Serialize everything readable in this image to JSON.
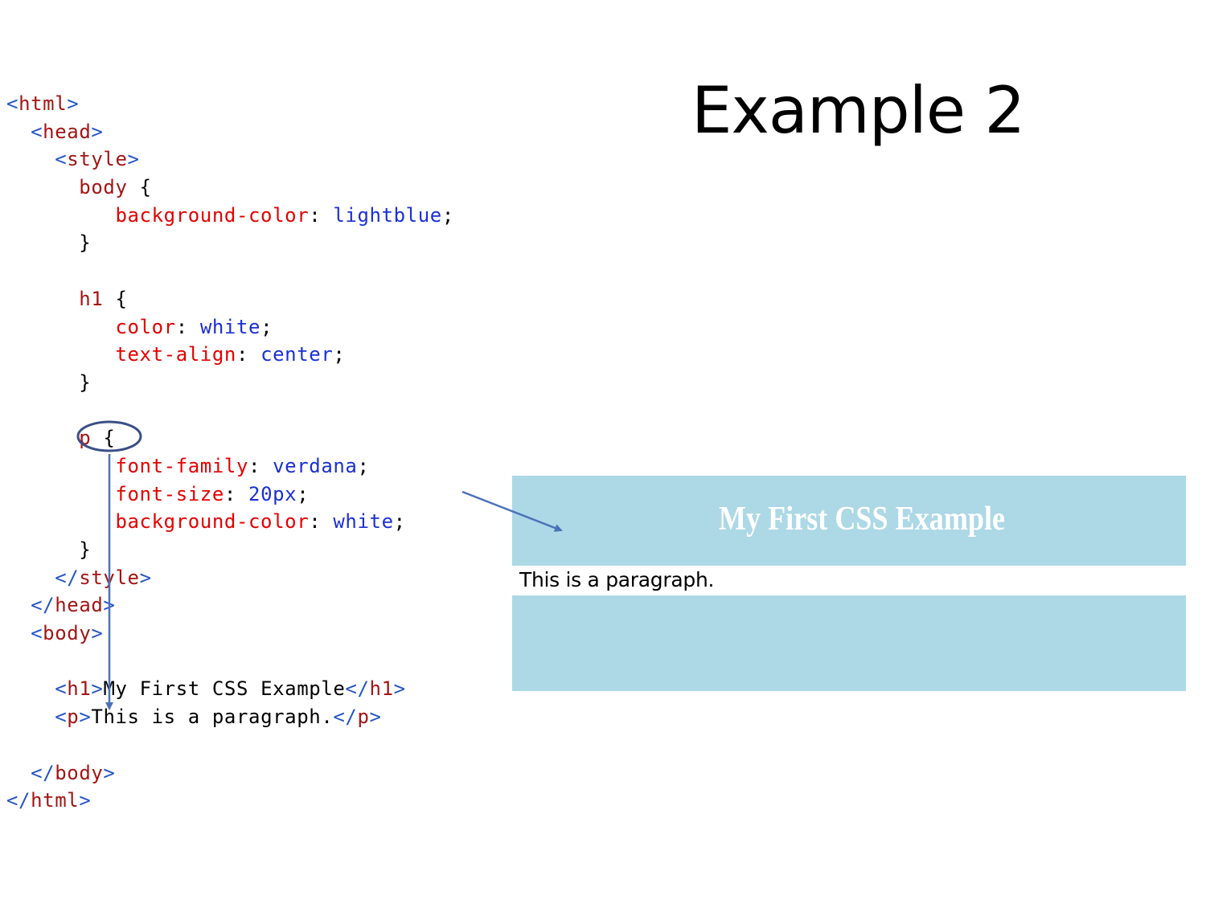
{
  "slide": {
    "title": "Example 2"
  },
  "code": {
    "html_open": "html",
    "html_close": "html",
    "head_open": "head",
    "head_close": "head",
    "style_open": "style",
    "style_close": "style",
    "body_open": "body",
    "body_close": "body",
    "sel_body": "body",
    "sel_h1": "h1",
    "sel_p": "p",
    "prop_bg": "background-color",
    "val_lightblue": "lightblue",
    "prop_color": "color",
    "val_white": "white",
    "prop_text_align": "text-align",
    "val_center": "center",
    "prop_font_family": "font-family",
    "val_verdana": "verdana",
    "prop_font_size": "font-size",
    "val_20px": "20px",
    "prop_bg2": "background-color",
    "val_white2": "white",
    "h1_tag": "h1",
    "h1_text": "My First CSS Example",
    "p_tag": "p",
    "p_text": "This is a paragraph.",
    "open_brace": "{",
    "close_brace": "}",
    "colon": ":",
    "semicolon": ";"
  },
  "preview": {
    "h1": "My First CSS Example",
    "p": "This is a paragraph.",
    "background_color": "#add8e6",
    "h1_color": "#ffffff",
    "p_background": "#ffffff"
  },
  "annotations": {
    "circle_color": "#3a4f86",
    "arrow_color": "#4a72b8"
  }
}
